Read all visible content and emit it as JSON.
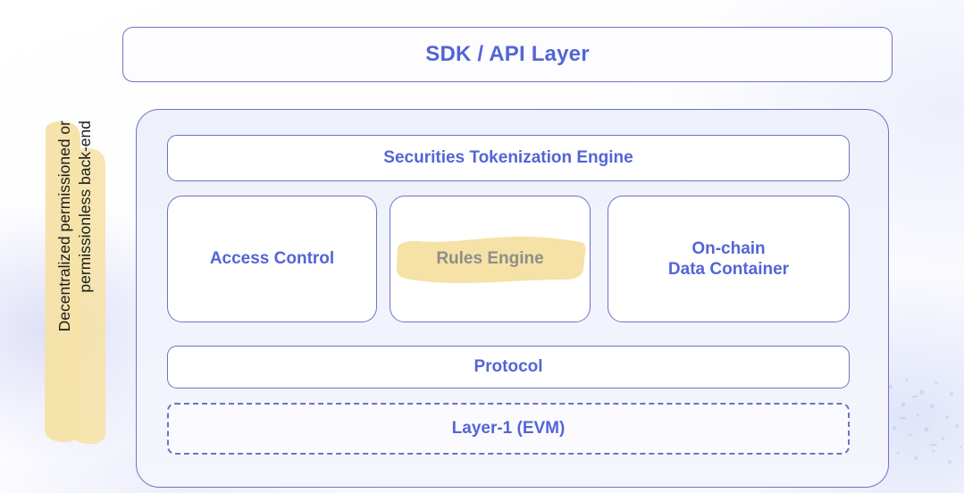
{
  "diagram": {
    "title_box": {
      "label": "SDK / API Layer"
    },
    "side_caption": {
      "line1": "Decentralized permissioned or",
      "line2": "permissionless  back-end",
      "marker": "highlighter-marker"
    },
    "stack": {
      "engine": {
        "label": "Securities Tokenization Engine",
        "style": "solid"
      },
      "modules": [
        {
          "label": "Access Control",
          "style": "solid",
          "highlighted": false
        },
        {
          "label": "Rules Engine",
          "style": "solid",
          "highlighted": true
        },
        {
          "label_line1": "On-chain",
          "label_line2": "Data Container",
          "style": "solid",
          "highlighted": false
        }
      ],
      "protocol": {
        "label": "Protocol",
        "style": "solid"
      },
      "base_layer": {
        "label": "Layer-1 (EVM)",
        "style": "dashed"
      }
    }
  },
  "colors": {
    "accent_blue": "#5365d6",
    "border_blue": "#6b74c4",
    "panel_bg": "#ffffff",
    "container_bg": "#eef0fb",
    "marker_yellow": "#f6e2a6",
    "muted_text": "#8d8d8d",
    "caption_text": "#1c1c1c"
  }
}
